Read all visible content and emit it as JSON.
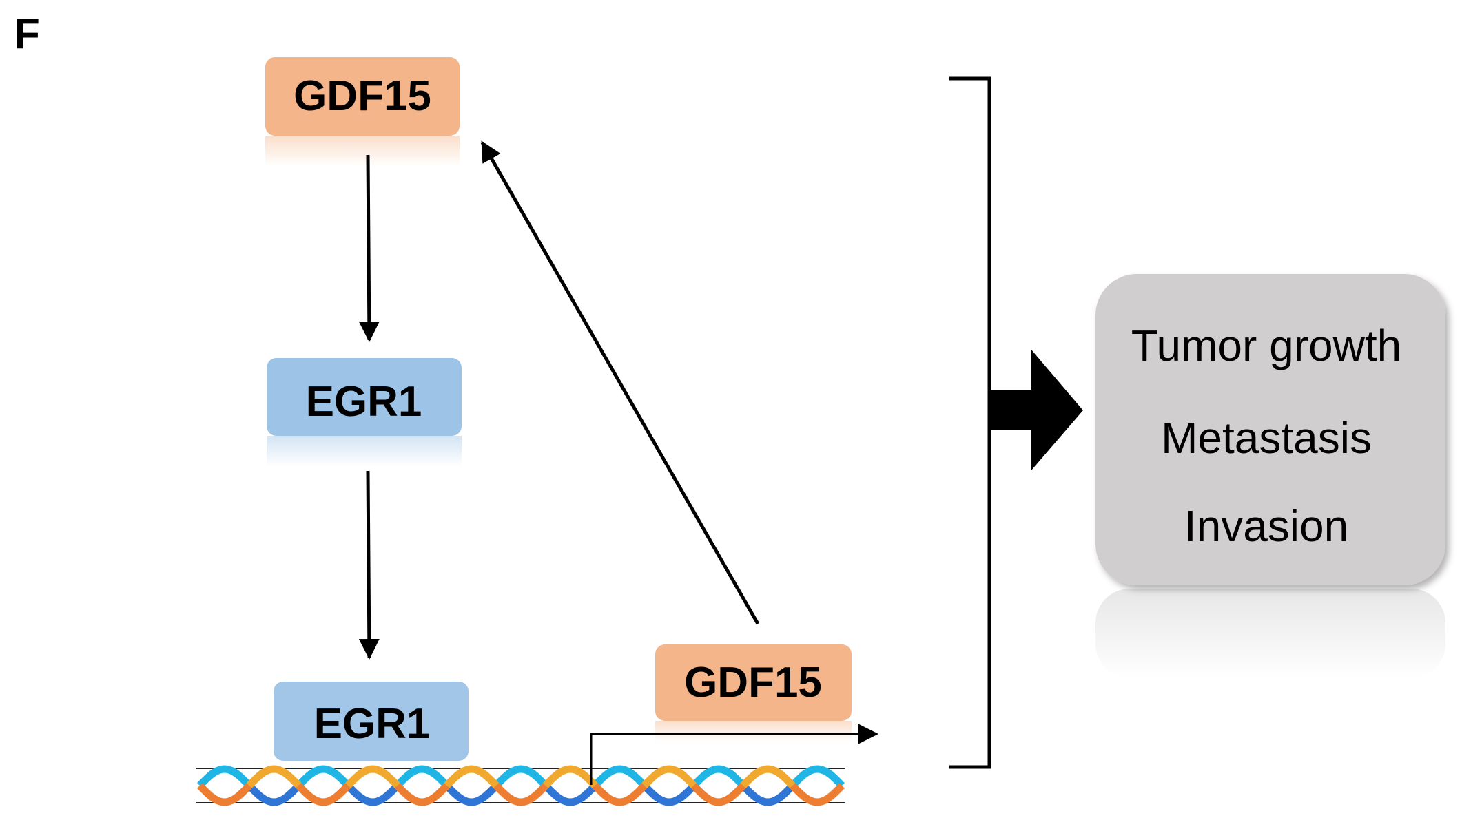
{
  "panel_label": "F",
  "nodes": {
    "gdf15_top": {
      "label": "GDF15",
      "color": "#F5B58B"
    },
    "egr1_middle": {
      "label": "EGR1",
      "color": "#9DC3E6"
    },
    "egr1_bottom": {
      "label": "EGR1",
      "color": "#9DC3E6"
    },
    "gdf15_gene": {
      "label": "GDF15",
      "color": "#F5B58B"
    }
  },
  "outcomes": {
    "box_color": "#D0CECE",
    "items": [
      "Tumor growth",
      "Metastasis",
      "Invasion"
    ]
  },
  "dna": {
    "strand_colors": [
      "#ED7D31",
      "#2E75D6",
      "#1FB6E6",
      "#F0A92E"
    ]
  },
  "colors": {
    "arrow": "#000000",
    "text": "#000000"
  }
}
